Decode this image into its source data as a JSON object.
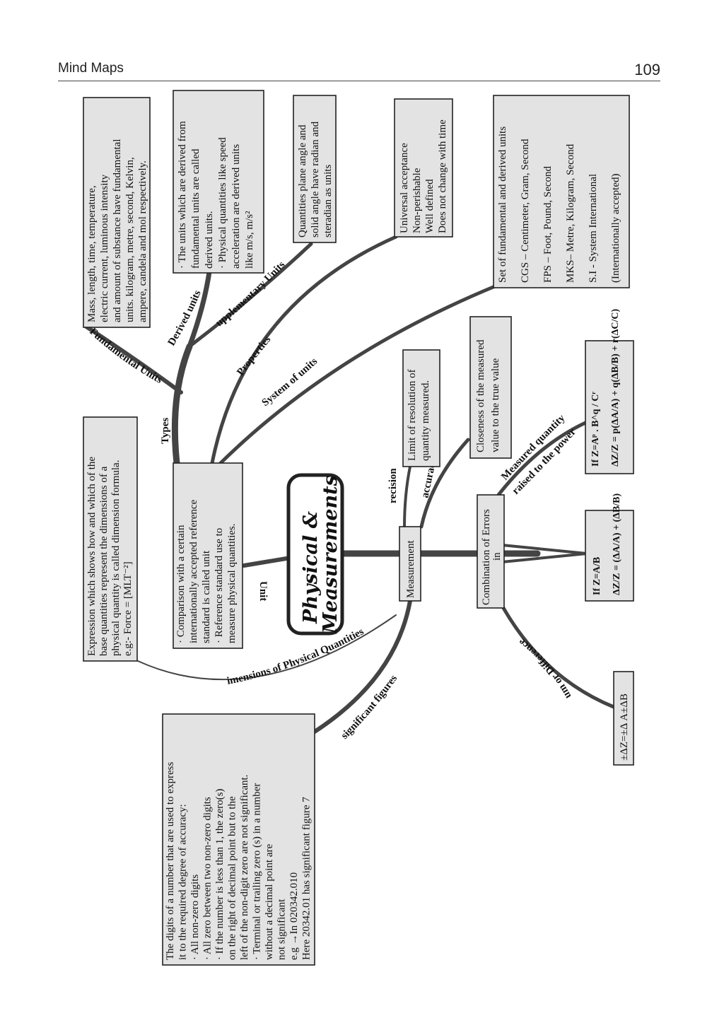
{
  "header": {
    "section": "Mind Maps",
    "page_number": "109"
  },
  "center": {
    "title_line1": "Physical &",
    "title_line2": "Measurements"
  },
  "nodes": {
    "unit": "Unit",
    "measurement": "Measurement",
    "combination": [
      "Combination of Errors",
      "in"
    ],
    "types": "Types"
  },
  "branch_labels": {
    "fundamental_units": "Fundamental Units",
    "derived_units": "Derived units",
    "supplementary_units": "upplementary Units",
    "properties": "Properties",
    "system_of_units": "System of units",
    "dimensions": "imensions of Physical Quantities",
    "significant_figures": "significant figures",
    "precision": "recision",
    "accuracy": "accuracy",
    "measured_quantity": [
      "Measured quantity",
      "raised to the power"
    ],
    "sum_or_difference": "um or Difference"
  },
  "boxes": {
    "fundamental": [
      "Mass, length, time, temperature,",
      "electric current, luminous intensity",
      "and amount of substance have fundamental",
      "units. kilogram, metre, second, Kelvin,",
      "ampere, candela and mol respectively."
    ],
    "derived": [
      "· The units which are derived  from",
      "  fundamental units are called",
      "  derived units.",
      "· Physical quantities like speed",
      "  acceleration are derived units",
      "  like m/s, m/s²"
    ],
    "supplementary": [
      "Quantities plane angle and",
      "solid angle have radian and",
      "steradian as units"
    ],
    "properties": [
      "Universal acceptance",
      "Non-perishable",
      "Well defined",
      "Does not change with time"
    ],
    "system": [
      "Set of fundamental and derived units",
      "CGS – Centimeter, Gram, Second",
      "FPS  – Foot, Pound, Second",
      "MKS– Metre, Kilogram, Second",
      "S.I   - System International",
      "(Internationally accepted)"
    ],
    "dimension": [
      "Expression which shows how and which of the",
      "base quantities represent the dimensions of a",
      "physical quantity is called dimension formula.",
      "e.g:- Force = [MLT⁻²]"
    ],
    "unit": [
      "· Comparison with a certain",
      "  internationally accepted reference",
      "  standard is called unit",
      "· Reference standard use to",
      "  measure physical quantities."
    ],
    "precision": [
      "Limit of resolution of",
      "quantity measured."
    ],
    "accuracy": [
      "Closeness of the measured",
      "value to the true value"
    ],
    "significant": [
      "The digits of a number that are used to express",
      "it to the required degree of  accuracy:",
      "·  All non-zero digits",
      "·  All zero between two non-zero digits",
      "·  If the number is less than 1, the zero(s)",
      "   on the right of decimal point but to the",
      "   left of the non-digit zero are not significant.",
      "·  Terminal or trailing zero (s) in a number",
      "   without a decimal point are",
      "   not significant",
      "   e.g →In 020342.010",
      "   Here 20342.01 has significant figure 7"
    ],
    "power": [
      "If  Z=Aᵖ . B^q / Cʳ",
      "ΔZ/Z = p(ΔA/A) + q(ΔB/B) + r(ΔC/C)"
    ],
    "division": [
      "If Z=A/B",
      "ΔZ/Z = (ΔA/A) + (ΔB/B)"
    ],
    "sum": [
      "±ΔZ=±Δ A±ΔB"
    ]
  }
}
